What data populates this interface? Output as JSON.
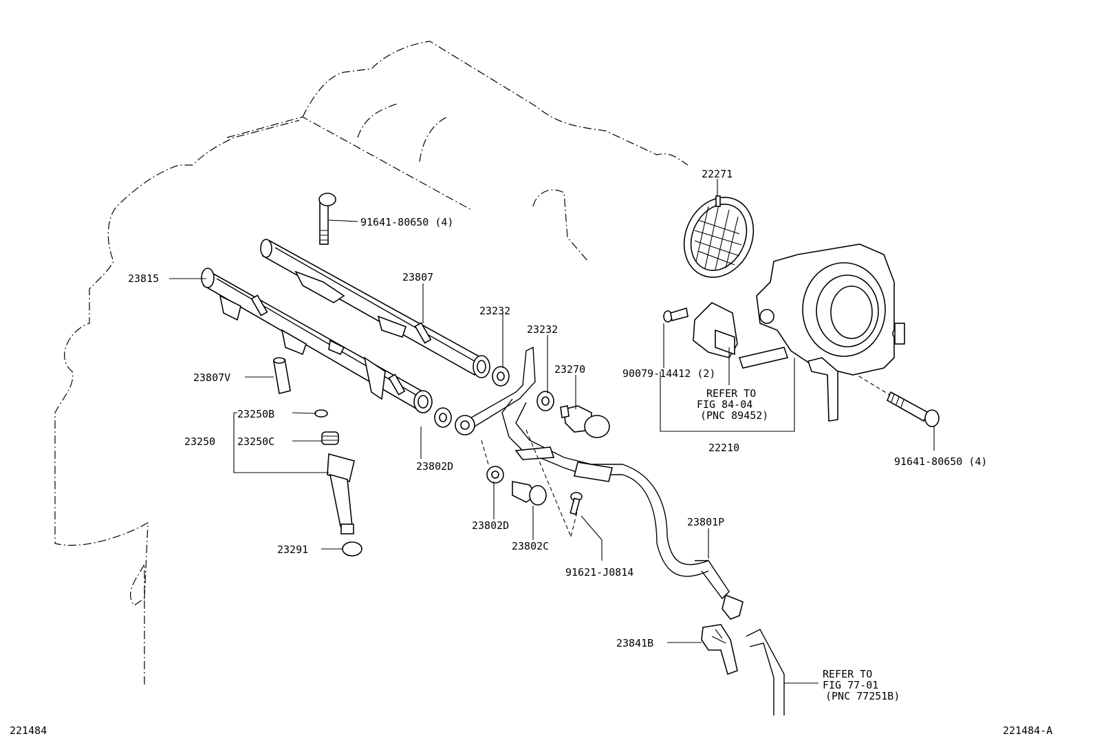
{
  "figure": {
    "number_left": "221484",
    "number_right": "221484-A"
  },
  "labels": {
    "p22271": "22271",
    "p91641_top": "91641-80650 (4)",
    "p23815": "23815",
    "p23807": "23807",
    "p23232_a": "23232",
    "p23232_b": "23232",
    "p23270": "23270",
    "p90079": "90079-14412 (2)",
    "refer1_l1": "REFER TO",
    "refer1_l2": "FIG 84-04",
    "refer1_l3": "(PNC 89452)",
    "p22210": "22210",
    "p91641_right": "91641-80650 (4)",
    "p23807V": "23807V",
    "p23250B": "23250B",
    "p23250": "23250",
    "p23250C": "23250C",
    "p23802D_a": "23802D",
    "p23802D_b": "23802D",
    "p23802C": "23802C",
    "p91621": "91621-J0814",
    "p23801P": "23801P",
    "p23291": "23291",
    "p23841B": "23841B",
    "refer2_l1": "REFER TO",
    "refer2_l2": "FIG 77-01",
    "refer2_l3": "(PNC 77251B)"
  }
}
